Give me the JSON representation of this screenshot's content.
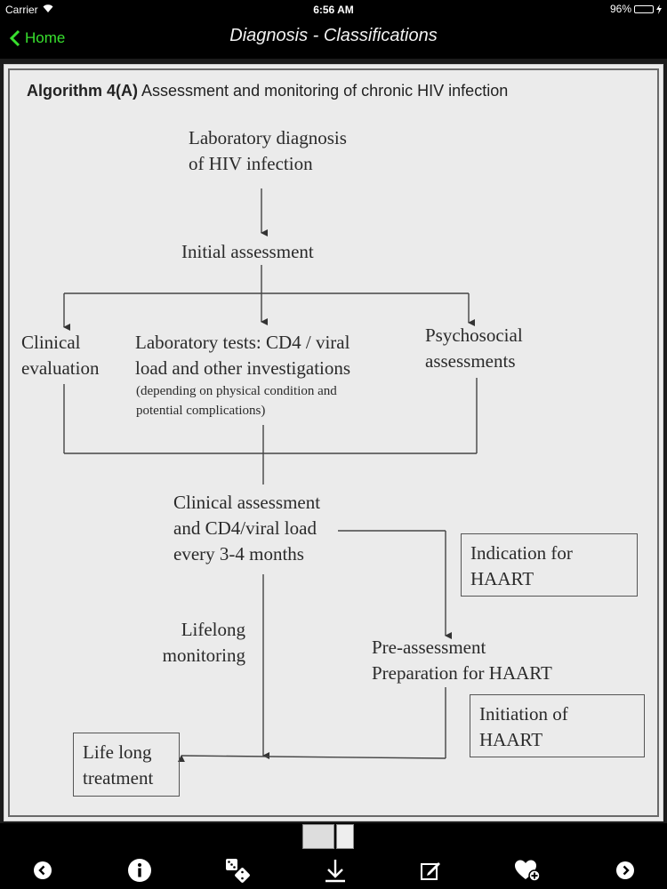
{
  "status_bar": {
    "carrier": "Carrier",
    "time": "6:56 AM",
    "battery": "96%",
    "battery_level": 0.96
  },
  "nav": {
    "back_label": "Home",
    "title": "Diagnosis - Classifications"
  },
  "diagram": {
    "heading_bold": "Algorithm 4(A)",
    "heading_rest": "Assessment and monitoring of chronic HIV infection",
    "lab_diagnosis": [
      "Laboratory diagnosis",
      "of HIV infection"
    ],
    "initial_assessment": "Initial assessment",
    "clinical_evaluation": [
      "Clinical",
      "evaluation"
    ],
    "lab_tests": [
      "Laboratory tests: CD4 / viral",
      "load and other investigations"
    ],
    "lab_tests_note": [
      "(depending on physical condition and",
      "potential complications)"
    ],
    "psychosocial": [
      "Psychosocial",
      "assessments"
    ],
    "clinical_assessment": [
      "Clinical assessment",
      "and CD4/viral load",
      "every 3-4 months"
    ],
    "indication": [
      "Indication for",
      "HAART"
    ],
    "lifelong_monitoring": [
      "Lifelong",
      "monitoring"
    ],
    "pre_assessment": [
      "Pre-assessment",
      "Preparation for HAART"
    ],
    "initiation": [
      "Initiation of",
      "HAART"
    ],
    "lifelong_treatment": [
      "Life long",
      "treatment"
    ]
  },
  "toolbar": {
    "icons": [
      "chevron-left-icon",
      "info-icon",
      "dice-icon",
      "download-icon",
      "edit-icon",
      "heart-add-icon",
      "chevron-right-icon"
    ]
  }
}
